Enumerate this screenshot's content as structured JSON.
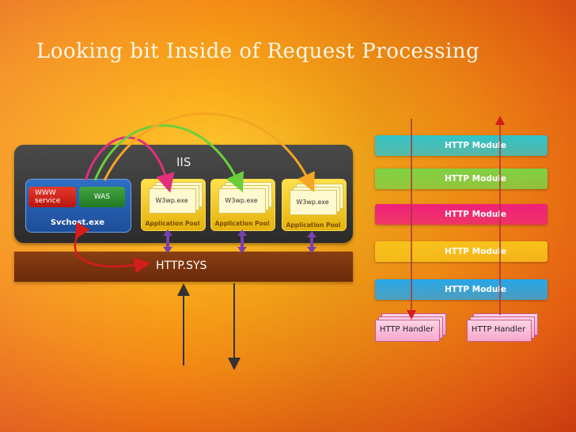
{
  "slide": {
    "title": "Looking bit Inside of Request Processing"
  },
  "iis": {
    "label": "IIS"
  },
  "svchost": {
    "www_service": "WWW service",
    "was": "WAS",
    "label": "Svchost.exe"
  },
  "pools": [
    {
      "process": "W3wp.exe",
      "label": "Application Pool"
    },
    {
      "process": "W3wp.exe",
      "label": "Application Pool"
    },
    {
      "process": "W3wp.exe",
      "label": "Application Pool"
    }
  ],
  "http_sys": {
    "label": "HTTP.SYS"
  },
  "modules": [
    {
      "label": "HTTP Module",
      "color": "#33c3c9"
    },
    {
      "label": "HTTP Module",
      "color": "#7fd144"
    },
    {
      "label": "HTTP Module",
      "color": "#f0207a"
    },
    {
      "label": "HTTP Module",
      "color": "#f7c21a"
    },
    {
      "label": "HTTP Module",
      "color": "#27a6e8"
    }
  ],
  "handlers": [
    {
      "label": "HTTP Handler"
    },
    {
      "label": "HTTP Handler"
    }
  ],
  "colors": {
    "arrow_magenta": "#e0307a",
    "arrow_green": "#6ccf3a",
    "arrow_orange": "#f5a623",
    "arrow_purple": "#7b3fb0",
    "arrow_red": "#d61c1c",
    "arrow_dark": "#333333"
  }
}
